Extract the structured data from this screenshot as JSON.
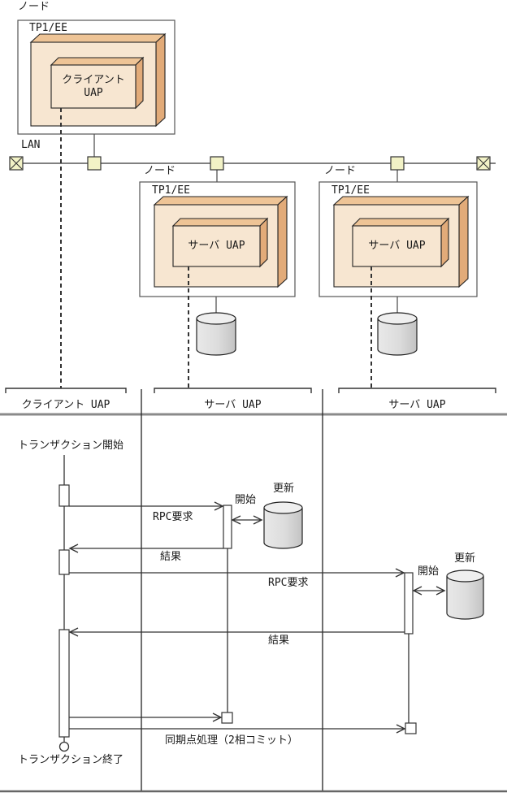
{
  "title": "OpenTP1 distributed transaction diagram",
  "colors": {
    "box_front": "#f7e6d1",
    "box_top": "#eec496",
    "box_side": "#e2ab79",
    "lan_square_fill": "#f2f2c6",
    "lan_line": "#808080",
    "cylinder_body": "#d8d8d8",
    "cylinder_top": "#efefef",
    "rule_gray": "#8a8a8a",
    "line_dark": "#333333"
  },
  "network": {
    "lan_label": "LAN",
    "nodes": [
      {
        "label": "ノード",
        "tp": "TP1/EE",
        "uap": "クライアント\nUAP"
      },
      {
        "label": "ノード",
        "tp": "TP1/EE",
        "uap": "サーバ UAP"
      },
      {
        "label": "ノード",
        "tp": "TP1/EE",
        "uap": "サーバ UAP"
      }
    ]
  },
  "sequence": {
    "lifelines": [
      {
        "label": "クライアント UAP"
      },
      {
        "label": "サーバ UAP"
      },
      {
        "label": "サーバ UAP"
      }
    ],
    "start_label": "トランザクション開始",
    "end_label": "トランザクション終了",
    "messages": {
      "rpc1": "RPC要求",
      "start1": "開始",
      "update1": "更新",
      "result1": "結果",
      "rpc2": "RPC要求",
      "start2": "開始",
      "update2": "更新",
      "result2": "結果",
      "sync": "同期点処理（2相コミット）"
    }
  }
}
